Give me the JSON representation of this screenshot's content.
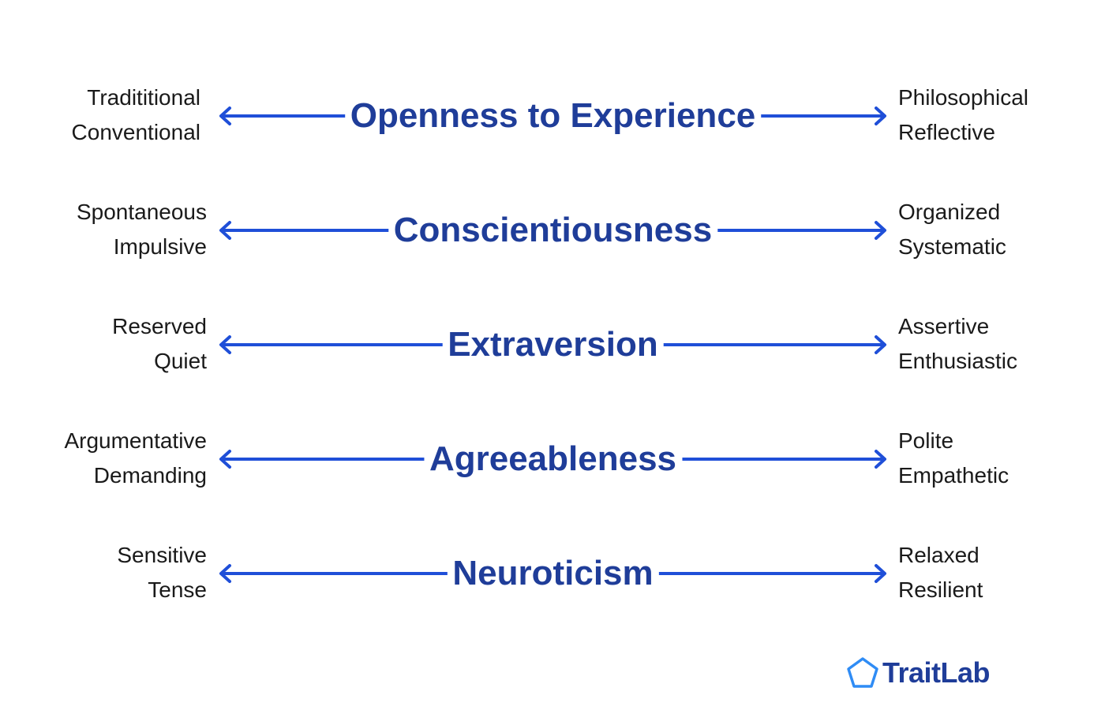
{
  "traits": [
    {
      "name": "Openness to Experience",
      "left": [
        "Tradititional",
        "Conventional"
      ],
      "right": [
        "Philosophical",
        "Reflective"
      ]
    },
    {
      "name": "Conscientiousness",
      "left": [
        "Spontaneous",
        "Impulsive"
      ],
      "right": [
        "Organized",
        "Systematic"
      ]
    },
    {
      "name": "Extraversion",
      "left": [
        "Reserved",
        "Quiet"
      ],
      "right": [
        "Assertive",
        "Enthusiastic"
      ]
    },
    {
      "name": "Agreeableness",
      "left": [
        "Argumentative",
        "Demanding"
      ],
      "right": [
        "Polite",
        "Empathetic"
      ]
    },
    {
      "name": "Neuroticism",
      "left": [
        "Sensitive",
        "Tense"
      ],
      "right": [
        "Relaxed",
        "Resilient"
      ]
    }
  ],
  "brand": {
    "name": "TraitLab",
    "icon": "pentagon-logo-icon"
  },
  "colors": {
    "arrow": "#1f4fd8",
    "title": "#1f3d99",
    "text": "#1a1a1a",
    "logo_stroke": "#2f8cf5"
  }
}
